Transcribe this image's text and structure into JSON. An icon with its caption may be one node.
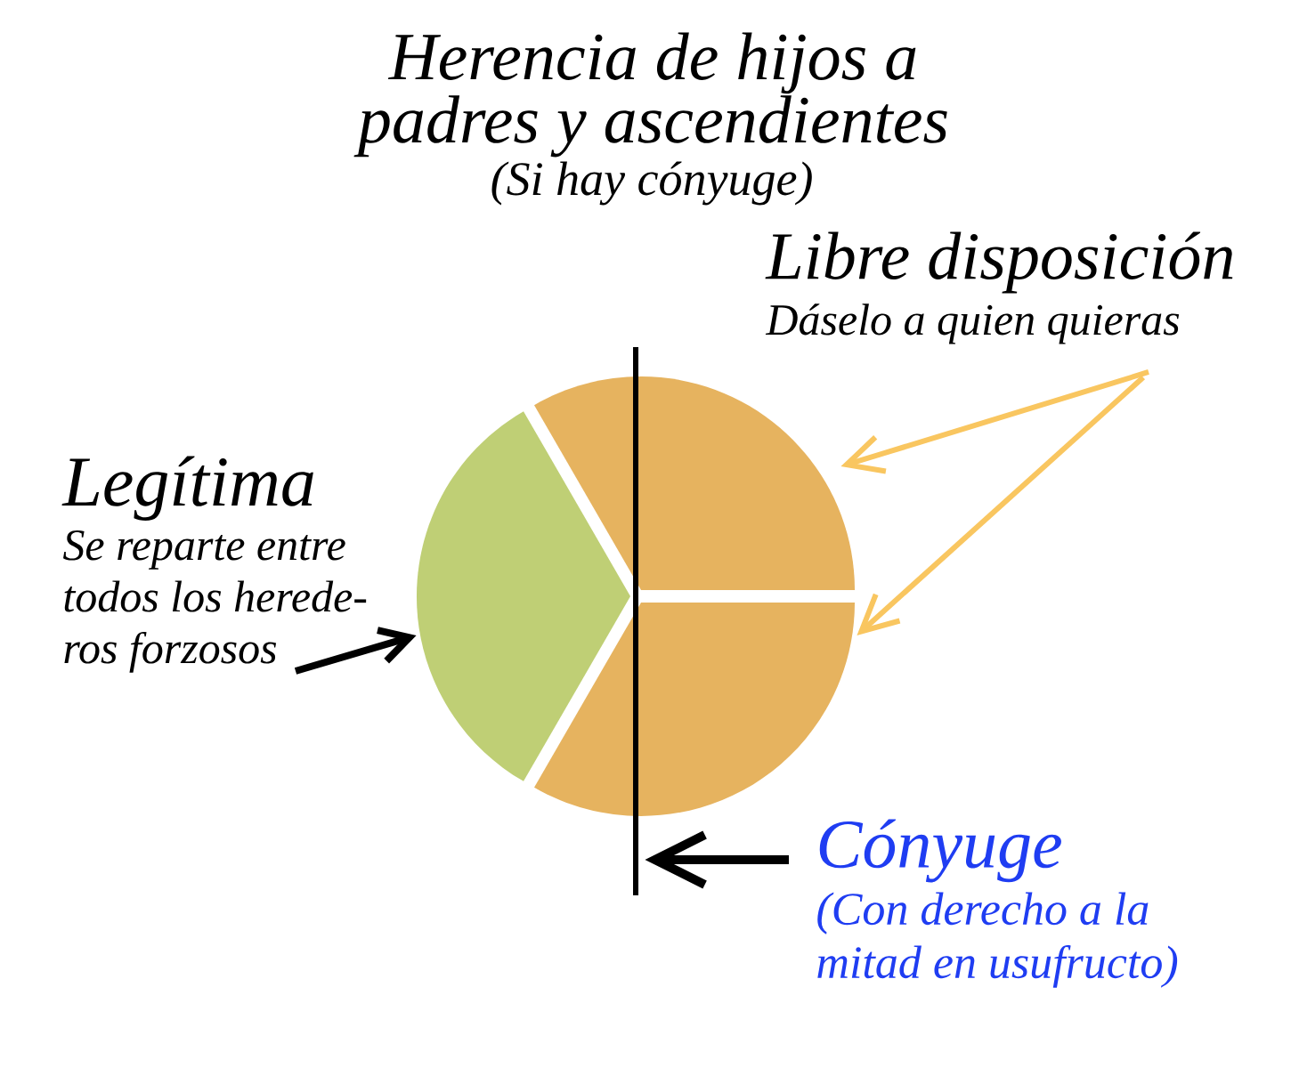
{
  "diagram": {
    "title": "Herencia de hijos a padres y ascendientes",
    "nodes": [
      {
        "text": [
          "Libre disposición",
          "Dáselo a quien quieras"
        ]
      },
      {
        "text": [],
        "shape": "wedge"
      },
      {
        "text": [],
        "shape": "wedge"
      },
      {
        "text": [
          "Legítima",
          "Se reparte entre todos los herede- ros forzosos"
        ]
      },
      {
        "text": [],
        "shape": "wedge"
      },
      {
        "text": [
          "Cónyuge",
          "(Con derecho a la mitad en usufructo)"
        ]
      },
      {
        "text": [],
        "shape": "line"
      }
    ],
    "edges": [
      {
        "from": 0,
        "to": 1,
        "arrow": "to",
        "color": "#f9c660"
      },
      {
        "from": 0,
        "to": 2,
        "arrow": "to",
        "color": "#f9c660"
      },
      {
        "from": 3,
        "to": 4,
        "arrow": "to",
        "color": "#000000"
      },
      {
        "from": 5,
        "to": 6,
        "arrow": "to",
        "color": "#000000"
      }
    ],
    "labels": [
      "(Si hay cónyuge)"
    ]
  }
}
